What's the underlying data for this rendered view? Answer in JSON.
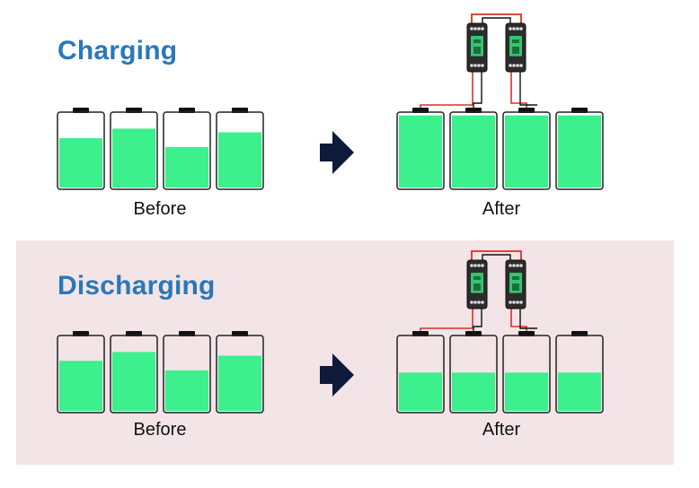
{
  "colors": {
    "accent_title": "#2a78b8",
    "battery_fill": "#3bf08d",
    "battery_outline": "#222222",
    "arrow": "#0e1a3c",
    "discharging_bg": "#f3e4e7",
    "wire_red": "#d9302a",
    "device_body": "#2c2c2c",
    "device_screen": "#36c46e"
  },
  "sections": [
    {
      "id": "charging",
      "title": "Charging",
      "before_label": "Before",
      "after_label": "After",
      "before_levels": [
        0.67,
        0.8,
        0.55,
        0.75
      ],
      "after_levels": [
        0.98,
        0.98,
        0.98,
        0.98
      ],
      "devices": 2
    },
    {
      "id": "discharging",
      "title": "Discharging",
      "before_label": "Before",
      "after_label": "After",
      "before_levels": [
        0.68,
        0.8,
        0.55,
        0.75
      ],
      "after_levels": [
        0.52,
        0.52,
        0.52,
        0.52
      ],
      "devices": 2
    }
  ],
  "icons": [
    "right-arrow-icon",
    "balancer-device-icon",
    "battery-icon"
  ]
}
